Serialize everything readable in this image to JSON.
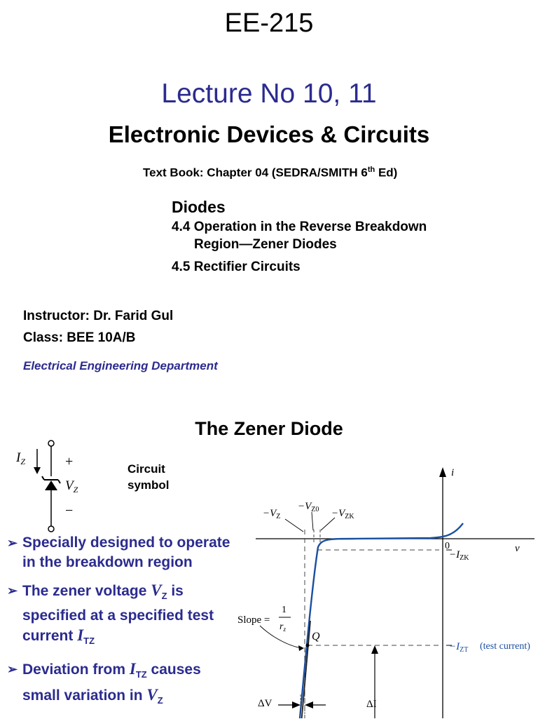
{
  "header": {
    "course": "EE-215",
    "lecture": "Lecture  No  10, 11",
    "subject": "Electronic Devices & Circuits"
  },
  "textbook": {
    "prefix": "Text Book: Chapter 04 (SEDRA/SMITH   6",
    "sup": "th",
    "suffix": " Ed)"
  },
  "topics": {
    "heading": "Diodes",
    "item1_line1": "4.4 Operation in the Reverse Breakdown",
    "item1_line2": "Region—Zener Diodes",
    "item2": "4.5 Rectifier Circuits"
  },
  "instructor": {
    "name": "Instructor: Dr. Farid Gul",
    "class": "Class: BEE 10A/B",
    "department": "Electrical  Engineering Department"
  },
  "zener": {
    "title": "The Zener Diode",
    "symbol_label_1": "Circuit",
    "symbol_label_2": "symbol",
    "symbol": {
      "current": "I",
      "current_sub": "Z",
      "plus": "+",
      "minus": "−",
      "voltage": "V",
      "voltage_sub": "Z"
    },
    "bullets": [
      {
        "text": "Specially designed to operate in the breakdown region"
      },
      {
        "pre": "The zener voltage ",
        "v": "V",
        "vsub": "Z",
        "mid": " is specified at a specified test current ",
        "i": "I",
        "isub": "TZ"
      },
      {
        "pre": "Deviation from ",
        "i": "I",
        "isub": "TZ",
        "mid": " causes small variation in ",
        "v": "V",
        "vsub": "Z"
      }
    ],
    "bullet_marker": "➢"
  },
  "graph": {
    "i_axis": "i",
    "v_axis": "v",
    "origin": "0",
    "neg_vz": "−V",
    "neg_vz_sub": "Z",
    "neg_vz0": "−V",
    "neg_vz0_sub": "Z0",
    "neg_vzk": "−V",
    "neg_vzk_sub": "ZK",
    "neg_izk": "−I",
    "neg_izk_sub": "ZK",
    "neg_izt": "−I",
    "neg_izt_sub": "ZT",
    "test_current": "(test current)",
    "slope": "Slope =",
    "slope_num": "1",
    "slope_den": "r",
    "slope_den_sub": "z",
    "q_point": "Q",
    "delta_v": "ΔV",
    "delta_i": "ΔI"
  },
  "colors": {
    "title_blue": "#2b2b8f",
    "curve_blue": "#1a4fa0"
  }
}
